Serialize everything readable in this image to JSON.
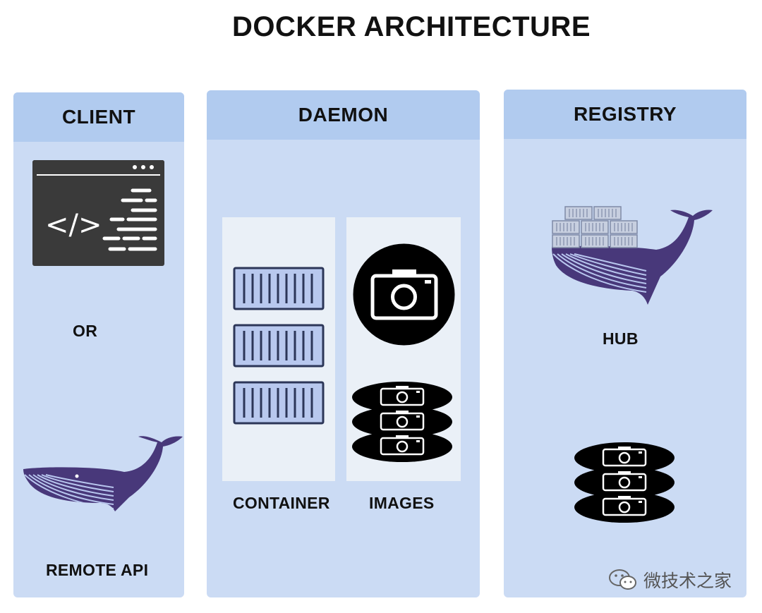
{
  "title": "DOCKER ARCHITECTURE",
  "client": {
    "header": "CLIENT",
    "or_label": "OR",
    "remote_label": "REMOTE  API",
    "terminal_symbol": "</>",
    "icons": [
      "terminal-window-icon",
      "docker-whale-icon"
    ]
  },
  "daemon": {
    "header": "DAEMON",
    "container_label": "CONTAINER",
    "images_label": "IMAGES",
    "icons": [
      "shipping-container-icon",
      "camera-icon",
      "image-stack-icon"
    ]
  },
  "registry": {
    "header": "REGISTRY",
    "hub_label": "HUB",
    "icons": [
      "docker-whale-containers-icon",
      "image-stack-icon"
    ]
  },
  "watermark": "微技术之家",
  "colors": {
    "panel": "#cbdbf4",
    "panel_header": "#b1cbef",
    "whale": "#48387a",
    "container_fill": "#b8c8ee",
    "icon_dark": "#111111"
  }
}
